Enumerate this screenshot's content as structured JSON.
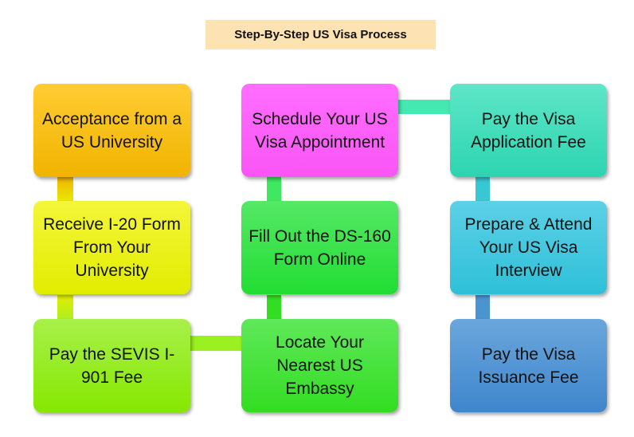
{
  "title": "Step-By-Step US Visa Process",
  "steps": [
    {
      "label": "Acceptance from a US University",
      "color_top": "#ffcc33",
      "color_bottom": "#f0b400"
    },
    {
      "label": "Receive  I-20 Form From Your University",
      "color_top": "#f4f63a",
      "color_bottom": "#e2ec00"
    },
    {
      "label": "Pay the SEVIS I-901 Fee",
      "color_top": "#a8f04a",
      "color_bottom": "#86e800"
    },
    {
      "label": "Locate Your Nearest US Embassy",
      "color_top": "#5fe85a",
      "color_bottom": "#33dd22"
    },
    {
      "label": "Fill Out the DS-160 Form Online",
      "color_top": "#55e866",
      "color_bottom": "#22dd33"
    },
    {
      "label": "Schedule Your US Visa Appointment",
      "color_top": "#ff6dff",
      "color_bottom": "#fa55f5"
    },
    {
      "label": "Pay the Visa Application Fee",
      "color_top": "#5ee6c8",
      "color_bottom": "#2dd4b0"
    },
    {
      "label": "Prepare & Attend Your US Visa Interview",
      "color_top": "#5cd0e6",
      "color_bottom": "#2ec0d8"
    },
    {
      "label": "Pay the Visa Issuance Fee",
      "color_top": "#6aa6dc",
      "color_bottom": "#3e86cc"
    }
  ]
}
